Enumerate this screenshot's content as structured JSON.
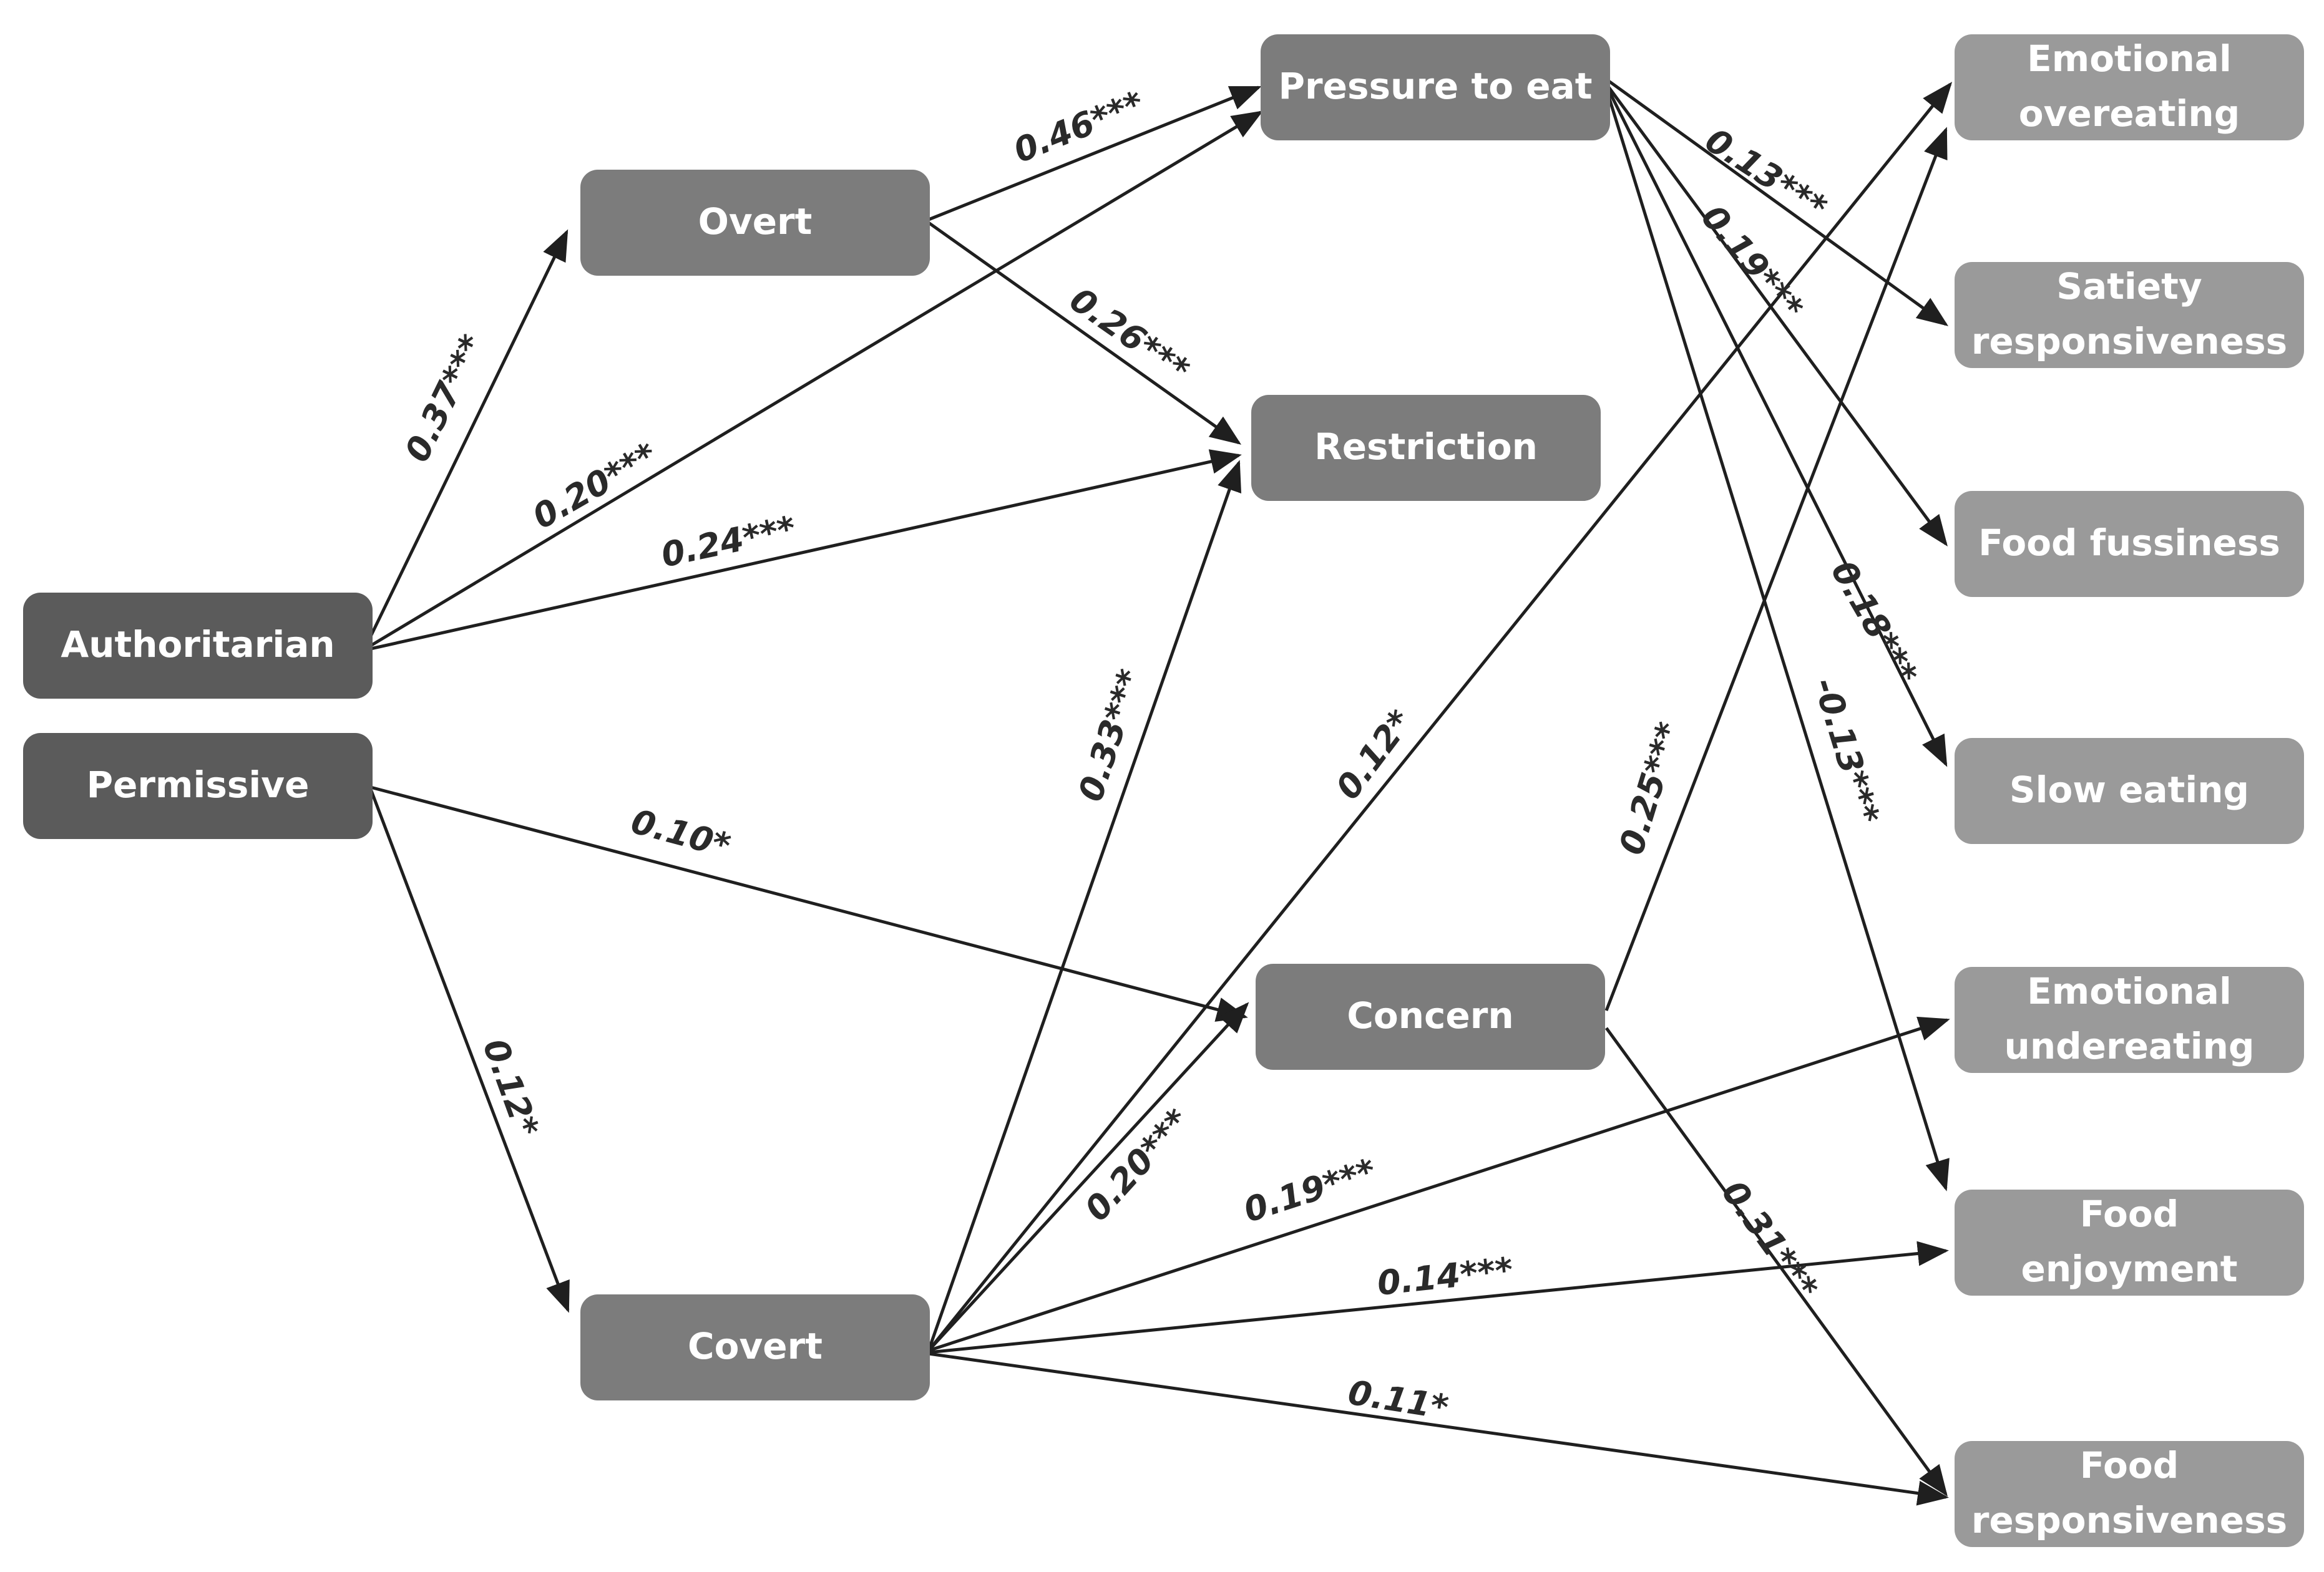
{
  "colors": {
    "dark_node": "#5b5b5b",
    "mid_node": "#7c7c7c",
    "light_node": "#9a9a9a",
    "edge": "#1f1f1f",
    "label": "#2a2a2a",
    "node_text": "#ffffff"
  },
  "nodes": {
    "authoritarian": {
      "label_lines": [
        "Authoritarian"
      ],
      "shade": "dark_node"
    },
    "permissive": {
      "label_lines": [
        "Permissive"
      ],
      "shade": "dark_node"
    },
    "overt": {
      "label_lines": [
        "Overt"
      ],
      "shade": "mid_node"
    },
    "covert": {
      "label_lines": [
        "Covert"
      ],
      "shade": "mid_node"
    },
    "pressure": {
      "label_lines": [
        "Pressure to eat"
      ],
      "shade": "mid_node"
    },
    "restriction": {
      "label_lines": [
        "Restriction"
      ],
      "shade": "mid_node"
    },
    "concern": {
      "label_lines": [
        "Concern"
      ],
      "shade": "mid_node"
    },
    "emo_over": {
      "label_lines": [
        "Emotional",
        "overeating"
      ],
      "shade": "light_node"
    },
    "satiety": {
      "label_lines": [
        "Satiety",
        "responsiveness"
      ],
      "shade": "light_node"
    },
    "fussiness": {
      "label_lines": [
        "Food fussiness"
      ],
      "shade": "light_node"
    },
    "slow": {
      "label_lines": [
        "Slow eating"
      ],
      "shade": "light_node"
    },
    "emo_under": {
      "label_lines": [
        "Emotional",
        "undereating"
      ],
      "shade": "light_node"
    },
    "enjoyment": {
      "label_lines": [
        "Food",
        "enjoyment"
      ],
      "shade": "light_node"
    },
    "responsiveness": {
      "label_lines": [
        "Food",
        "responsiveness"
      ],
      "shade": "light_node"
    }
  },
  "edges": [
    {
      "id": "auth-overt",
      "from": "authoritarian",
      "to": "overt",
      "label": "0.37***"
    },
    {
      "id": "auth-pressure",
      "from": "authoritarian",
      "to": "pressure",
      "label": "0.20***"
    },
    {
      "id": "auth-restriction",
      "from": "authoritarian",
      "to": "restriction",
      "label": "0.24***"
    },
    {
      "id": "overt-pressure",
      "from": "overt",
      "to": "pressure",
      "label": "0.46***"
    },
    {
      "id": "overt-restriction",
      "from": "overt",
      "to": "restriction",
      "label": "0.26***"
    },
    {
      "id": "perm-concern",
      "from": "permissive",
      "to": "concern",
      "label": "0.10*"
    },
    {
      "id": "perm-covert",
      "from": "permissive",
      "to": "covert",
      "label": "0.12*"
    },
    {
      "id": "covert-restriction",
      "from": "covert",
      "to": "restriction",
      "label": "0.33***"
    },
    {
      "id": "covert-emoover",
      "from": "covert",
      "to": "emo_over",
      "label": "0.12*"
    },
    {
      "id": "covert-concern",
      "from": "covert",
      "to": "concern",
      "label": "0.20***"
    },
    {
      "id": "covert-emounder",
      "from": "covert",
      "to": "emo_under",
      "label": "0.19***"
    },
    {
      "id": "covert-enjoyment",
      "from": "covert",
      "to": "enjoyment",
      "label": "0.14***"
    },
    {
      "id": "covert-responsiveness",
      "from": "covert",
      "to": "responsiveness",
      "label": "0.11*"
    },
    {
      "id": "pressure-satiety",
      "from": "pressure",
      "to": "satiety",
      "label": "0.13***"
    },
    {
      "id": "pressure-fussiness",
      "from": "pressure",
      "to": "fussiness",
      "label": "0.19***"
    },
    {
      "id": "pressure-slow",
      "from": "pressure",
      "to": "slow",
      "label": "0.18***"
    },
    {
      "id": "pressure-enjoyment",
      "from": "pressure",
      "to": "enjoyment",
      "label": "-0.13***"
    },
    {
      "id": "concern-emoover",
      "from": "concern",
      "to": "emo_over",
      "label": "0.25***"
    },
    {
      "id": "concern-responsiveness",
      "from": "concern",
      "to": "responsiveness",
      "label": "0.31***"
    }
  ]
}
